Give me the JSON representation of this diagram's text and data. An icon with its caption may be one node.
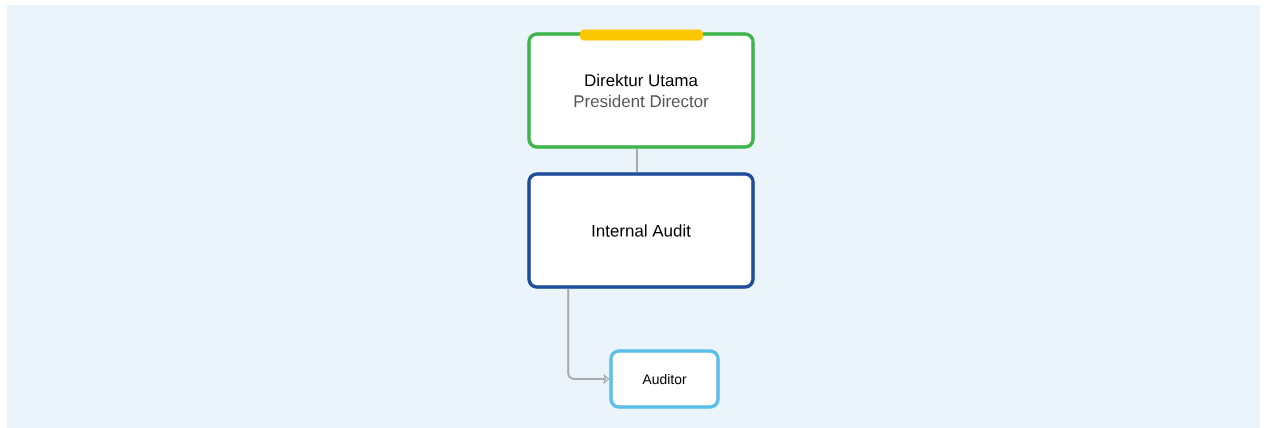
{
  "diagram": {
    "nodes": [
      {
        "text": [
          "Direktur Utama",
          "President Director"
        ]
      },
      {
        "text": [
          "Internal Audit"
        ]
      },
      {
        "text": [
          "Auditor"
        ]
      }
    ],
    "edges": [
      {
        "from": 0,
        "to": 1,
        "arrow": "none"
      },
      {
        "from": 1,
        "to": 2,
        "arrow": "to"
      }
    ]
  }
}
